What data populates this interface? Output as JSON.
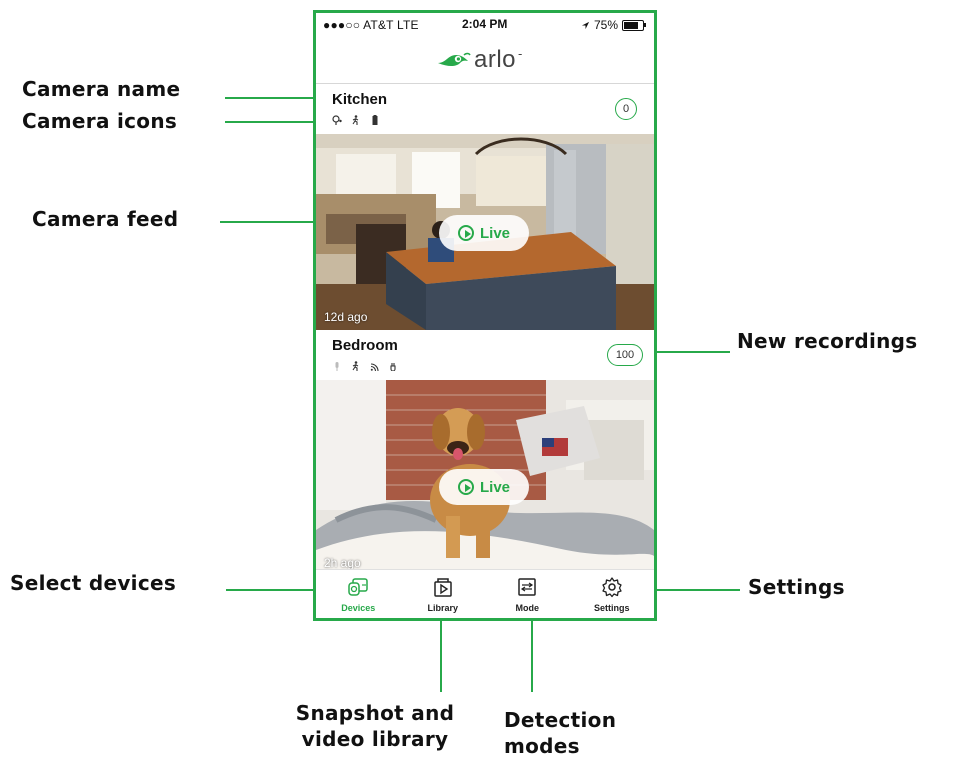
{
  "status_bar": {
    "carrier": "●●●○○ AT&T  LTE",
    "time": "2:04 PM",
    "battery": "75%"
  },
  "header": {
    "logo_text": "arlo",
    "logo_mark": "-"
  },
  "cameras": [
    {
      "name": "Kitchen",
      "recordings_count": "0",
      "live_label": "Live",
      "last_seen": "12d ago"
    },
    {
      "name": "Bedroom",
      "recordings_count": "100",
      "live_label": "Live",
      "last_seen": "2h ago"
    }
  ],
  "tabs": [
    {
      "label": "Devices",
      "icon": "devices-icon",
      "active": true
    },
    {
      "label": "Library",
      "icon": "library-icon",
      "active": false
    },
    {
      "label": "Mode",
      "icon": "mode-icon",
      "active": false
    },
    {
      "label": "Settings",
      "icon": "gear-icon",
      "active": false
    }
  ],
  "callouts": {
    "camera_name": "Camera name",
    "camera_icons": "Camera icons",
    "camera_feed": "Camera feed",
    "new_recordings": "New recordings",
    "select_devices": "Select devices",
    "settings": "Settings",
    "library_line1": "Snapshot and",
    "library_line2": "video library",
    "modes_line1": "Detection",
    "modes_line2": "modes"
  },
  "colors": {
    "accent": "#27a94a",
    "text": "#111111"
  }
}
